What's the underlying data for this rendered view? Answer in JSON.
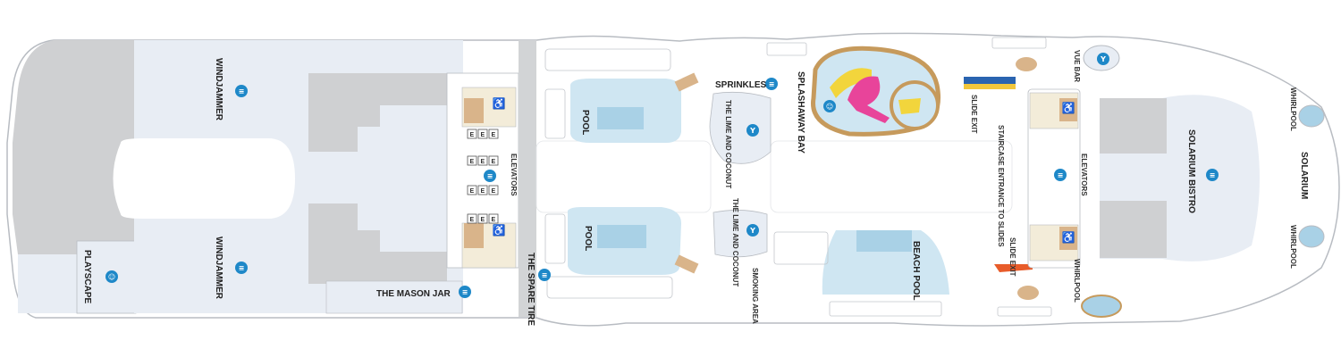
{
  "deck": {
    "colors": {
      "venue": "#e8edf4",
      "dark_venue": "#cfd0d2",
      "pool_water": "#cfe6f2",
      "pool_inner": "#a9d1e6",
      "hull": "#ffffff",
      "outline": "#b8bcc2",
      "wood": "#d9b48a",
      "icon_blue": "#1e88c8",
      "service": "#f3ecd9"
    },
    "labels": {
      "windjammer": "WINDJAMMER",
      "playscape": "PLAYSCAPE",
      "mason_jar": "THE MASON JAR",
      "spare_tire": "THE SPARE TIRE",
      "elevators": "ELEVATORS",
      "pool": "POOL",
      "sprinkles": "SPRINKLES",
      "lime_coconut": "THE LIME AND COCONUT",
      "splashaway_bay": "SPLASHAWAY BAY",
      "smoking_area": "SMOKING AREA",
      "beach_pool": "BEACH POOL",
      "slide_exit": "SLIDE EXIT",
      "staircase_slides": "STAIRCASE ENTRANCE TO SLIDES",
      "vue_bar": "VUE BAR",
      "solarium_bistro": "SOLARIUM BISTRO",
      "solarium": "SOLARIUM",
      "whirlpool": "WHIRLPOOL"
    },
    "elevator_glyph": "E",
    "icons": [
      "dining-icon",
      "bar-icon",
      "kids-icon",
      "restroom-icon",
      "accessible-icon",
      "waterslide-icon"
    ]
  }
}
